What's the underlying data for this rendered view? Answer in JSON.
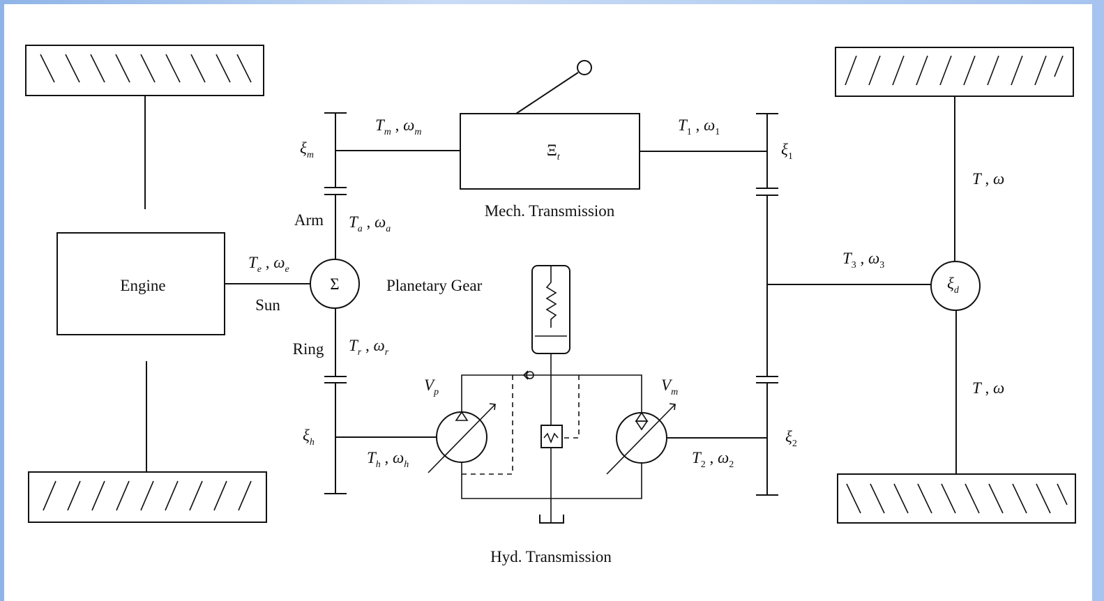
{
  "labels": {
    "engine": "Engine",
    "sun": "Sun",
    "arm": "Arm",
    "ring": "Ring",
    "planetary_gear": "Planetary Gear",
    "sigma": "Σ",
    "mech_transmission": "Mech. Transmission",
    "hyd_transmission": "Hyd. Transmission",
    "xi_t": "Ξ",
    "xi_t_sub": "t"
  },
  "variables": {
    "Tm": {
      "T": "T",
      "Ts": "m",
      "w": "ω",
      "ws": "m"
    },
    "T1": {
      "T": "T",
      "Ts": "1",
      "w": "ω",
      "ws": "1"
    },
    "Ta": {
      "T": "T",
      "Ts": "a",
      "w": "ω",
      "ws": "a"
    },
    "Te": {
      "T": "T",
      "Ts": "e",
      "w": "ω",
      "ws": "e"
    },
    "Tr": {
      "T": "T",
      "Ts": "r",
      "w": "ω",
      "ws": "r"
    },
    "Th": {
      "T": "T",
      "Ts": "h",
      "w": "ω",
      "ws": "h"
    },
    "T2": {
      "T": "T",
      "Ts": "2",
      "w": "ω",
      "ws": "2"
    },
    "T3": {
      "T": "T",
      "Ts": "3",
      "w": "ω",
      "ws": "3"
    },
    "Tout_top": {
      "T": "T",
      "w": "ω"
    },
    "Tout_bottom": {
      "T": "T",
      "w": "ω"
    }
  },
  "ratios": {
    "xi_m": {
      "sym": "ξ",
      "sub": "m"
    },
    "xi_1": {
      "sym": "ξ",
      "sub": "1"
    },
    "xi_h": {
      "sym": "ξ",
      "sub": "h"
    },
    "xi_2": {
      "sym": "ξ",
      "sub": "2"
    },
    "xi_d": {
      "sym": "ξ",
      "sub": "d"
    }
  },
  "units": {
    "Vp": {
      "sym": "V",
      "sub": "p"
    },
    "Vm": {
      "sym": "V",
      "sub": "m"
    }
  }
}
